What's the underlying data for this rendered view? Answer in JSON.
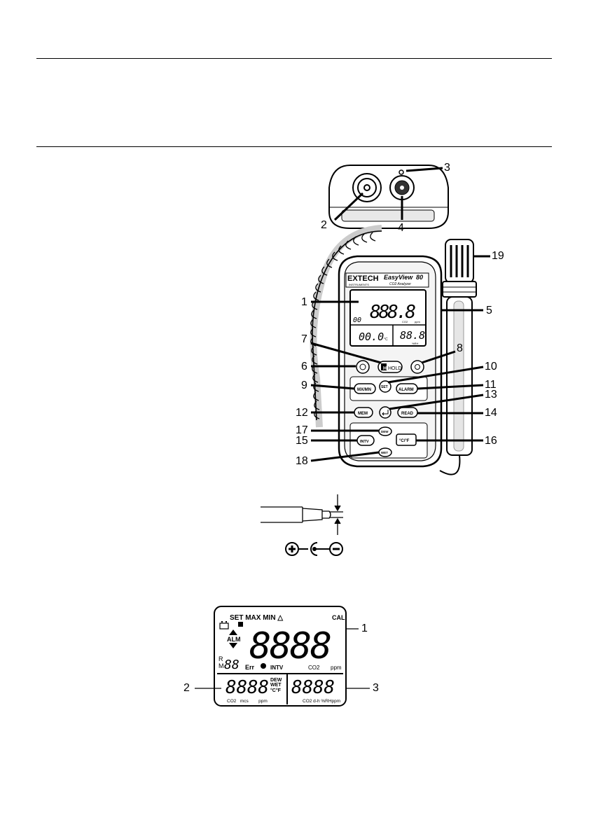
{
  "device": {
    "brand": "EXTECH",
    "brand_sub": "INSTRUMENTS",
    "model": "EasyView",
    "model_num": "80",
    "model_desc": "CO2 Analyzer",
    "display": {
      "main": "888.8",
      "small": "00",
      "co2_label": "CO2",
      "ppm_label": "ppm",
      "left": "00.0",
      "left_unit": "°C",
      "right": "88.8",
      "right_unit": "%RH"
    },
    "buttons": {
      "hold": "HOLD",
      "set": "SET",
      "mxmn": "MX/MN",
      "alarm": "ALARM",
      "mem": "MEM",
      "read": "READ",
      "dew": "DEW",
      "intv": "INTV",
      "cf": "°C/°F",
      "wet": "WET"
    }
  },
  "callouts": [
    "1",
    "2",
    "3",
    "4",
    "5",
    "6",
    "7",
    "8",
    "9",
    "10",
    "11",
    "12",
    "13",
    "14",
    "15",
    "16",
    "17",
    "18",
    "19"
  ],
  "lcd": {
    "top_labels": "SET MAX  MIN △",
    "cal": "CAL",
    "alm": "ALM",
    "main_digits": "8888",
    "r": "R",
    "m": "M",
    "small_digits": "88",
    "err": "Err",
    "intv": "INTV",
    "co2": "CO2",
    "ppm": "ppm",
    "left_digits": "8888",
    "left_dew": "DEW",
    "left_wet": "WET",
    "left_cf": "°C°F",
    "left_bottom": "CO2   mcs        ppm",
    "right_digits": "8888",
    "right_bottom": "CO2 d-h %RHppm",
    "callouts": [
      "1",
      "2",
      "3"
    ]
  }
}
